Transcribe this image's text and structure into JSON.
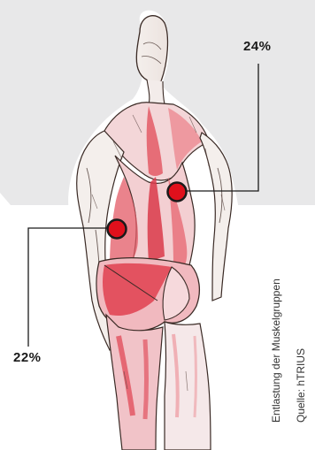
{
  "callouts": {
    "upper_value": "24%",
    "lower_value": "22%"
  },
  "caption": {
    "title": "Entlastung der Muskelgruppen",
    "source": "Quelle: hTRIUS"
  },
  "colors": {
    "background_panel": "#e9e9ea",
    "muscle_red": "#e04050",
    "marker_red": "#e0101c",
    "outline": "#3a2a25"
  }
}
